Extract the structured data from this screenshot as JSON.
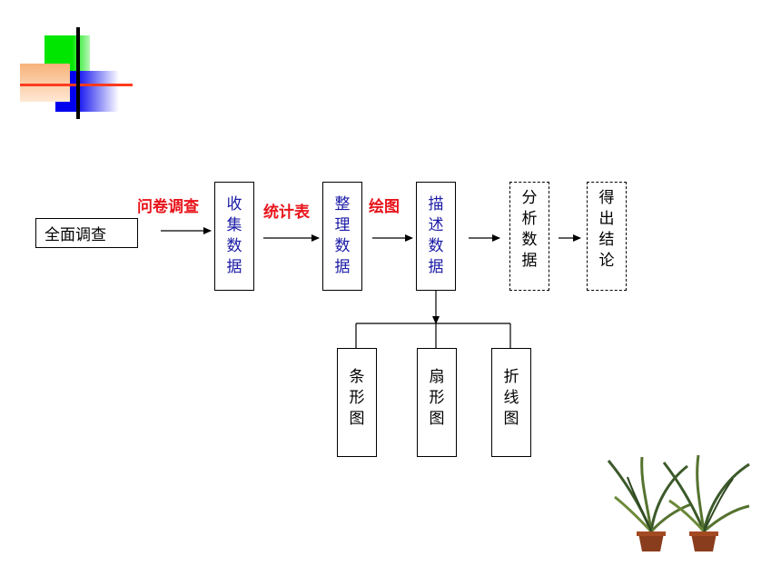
{
  "start": {
    "label": "全面调查"
  },
  "edge_labels": {
    "e1": "问卷调查",
    "e2": "统计表",
    "e3": "绘图"
  },
  "steps": {
    "s1": [
      "收",
      "集",
      "数",
      "据"
    ],
    "s2": [
      "整",
      "理",
      "数",
      "据"
    ],
    "s3": [
      "描",
      "述",
      "数",
      "据"
    ],
    "s4": [
      "分",
      "析",
      "数",
      "据"
    ],
    "s5": [
      "得",
      "出",
      "结",
      "论"
    ]
  },
  "charts": {
    "c1": [
      "条",
      "形",
      "图"
    ],
    "c2": [
      "扇",
      "形",
      "图"
    ],
    "c3": [
      "折",
      "线",
      "图"
    ]
  },
  "colors": {
    "label_red": "#e8141b",
    "step_blue": "#1a1aa6"
  }
}
